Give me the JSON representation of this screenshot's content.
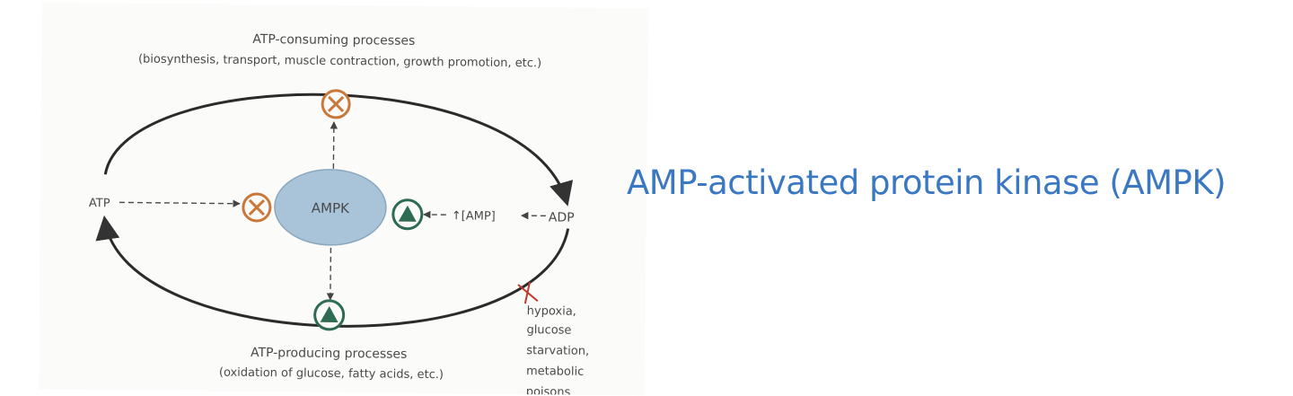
{
  "slide": {
    "title": "AMP-activated protein kinase (AMPK)",
    "title_color": "#3b78c4"
  },
  "diagram": {
    "consuming": {
      "title": "ATP-consuming processes",
      "subtitle": "(biosynthesis, transport, muscle contraction, growth promotion, etc.)"
    },
    "producing": {
      "title": "ATP-producing processes",
      "subtitle": "(oxidation of glucose, fatty acids, etc.)"
    },
    "atp_label": "ATP",
    "adp_label": "ADP",
    "ampk_label": "AMPK",
    "amp_label": "↑[AMP]",
    "stressors": [
      "hypoxia,",
      "glucose",
      "starvation,",
      "metabolic",
      "poisons"
    ],
    "colors": {
      "ampk_fill": "#a9c3d9",
      "inhibit_stroke": "#c9783a",
      "activate_fill": "#2e6b53",
      "stress_mark": "#c0392b"
    },
    "icons": {
      "inhibit": "circled-x-icon",
      "activate": "circled-triangle-icon"
    }
  }
}
